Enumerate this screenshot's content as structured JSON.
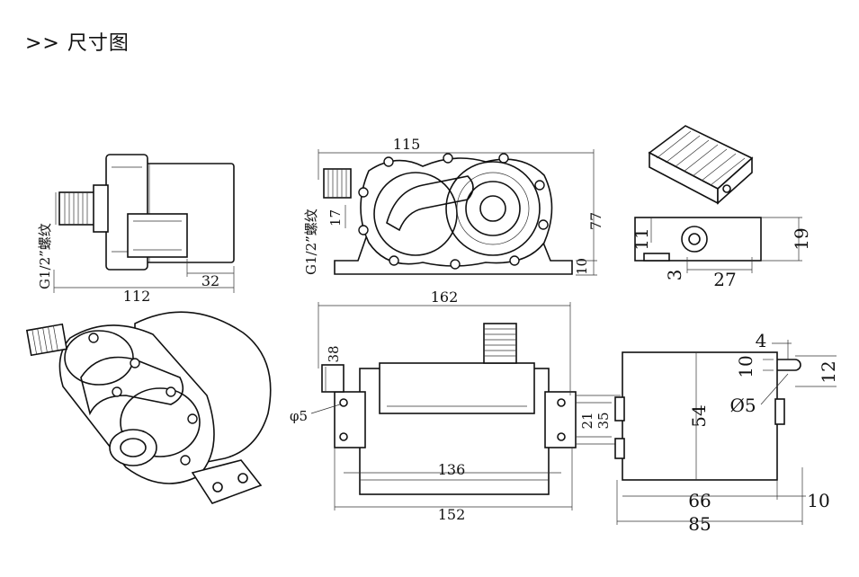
{
  "header": {
    "title": ">> 尺寸图"
  },
  "dims": {
    "side_view": {
      "length": "112",
      "outlet": "32",
      "thread": "G1/2”螺纹"
    },
    "front_view": {
      "width": "115",
      "height": "77",
      "thread": "G1/2”螺纹",
      "center": "17",
      "foot": "10"
    },
    "foot_view": {
      "h1": "11",
      "h2": "19",
      "h3": "3",
      "w": "27"
    },
    "top_view": {
      "overall": "162",
      "bolt_span": "152",
      "inner": "136",
      "mount_h": "38",
      "hole": "φ5",
      "h21": "21",
      "h35": "35"
    },
    "bracket_view": {
      "height": "54",
      "w66": "66",
      "w85": "85",
      "d10": "10",
      "d4": "4",
      "d10b": "10",
      "d12": "12",
      "hole": "Ø5"
    }
  }
}
